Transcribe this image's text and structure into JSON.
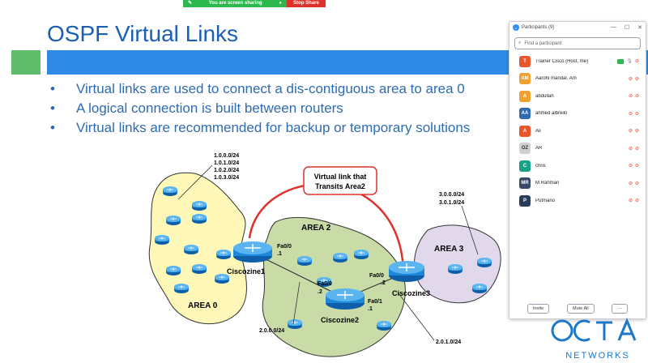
{
  "share_banner": {
    "sharing_text": "You are screen sharing",
    "stop_label": "Stop Share"
  },
  "slide": {
    "title": "OSPF Virtual Links",
    "bullets": [
      "Virtual links are used to connect a dis-contiguous area to area 0",
      "A logical connection is built between routers",
      "Virtual links are recommended for backup or temporary solutions"
    ]
  },
  "diagram": {
    "area0_label": "AREA 0",
    "area2_label": "AREA 2",
    "area3_label": "AREA 3",
    "area0_networks": [
      "1.0.0.0/24",
      "1.0.1.0/24",
      "1.0.2.0/24",
      "1.0.3.0/24"
    ],
    "area3_networks": [
      "3.0.0.0/24",
      "3.0.1.0/24"
    ],
    "virtual_link_label_1": "Virtual link that",
    "virtual_link_label_2": "Transits Area2",
    "router1_name": "Ciscozine1",
    "router2_name": "Ciscozine2",
    "router3_name": "Ciscozine3",
    "r1_intf": "Fa0/0",
    "r1_ip": ".1",
    "r2_intf_a": "Fa0/0",
    "r2_ip_a": ".2",
    "r2_intf_b": "Fa0/1",
    "r2_ip_b": ".1",
    "r3_intf": "Fa0/0",
    "r3_ip": ".2",
    "net_left": "2.0.0.0/24",
    "net_right": "2.0.1.0/24"
  },
  "participants_panel": {
    "title": "Participants (9)",
    "search_placeholder": "Find a participant",
    "participants": [
      {
        "initial": "T",
        "name": "Trainer Cisco (Host, me)",
        "color": "#e8552b",
        "host": true
      },
      {
        "initial": "AM",
        "name": "Aarohi mandal.  Am",
        "color": "#f0a030",
        "host": false
      },
      {
        "initial": "A",
        "name": "abdullah",
        "color": "#f0a030",
        "host": false
      },
      {
        "initial": "AA",
        "name": "ahmed albreiki",
        "color": "#2f6bb0",
        "host": false
      },
      {
        "initial": "A",
        "name": "Ali",
        "color": "#e8552b",
        "host": false
      },
      {
        "initial": "OZ",
        "name": "AR",
        "color": "#d0d0d0",
        "host": false
      },
      {
        "initial": "C",
        "name": "chris",
        "color": "#1aa38a",
        "host": false
      },
      {
        "initial": "MR",
        "name": "M Rahman",
        "color": "#3a4a66",
        "host": false
      },
      {
        "initial": "P",
        "name": "Putmano",
        "color": "#2b3b5a",
        "host": false
      }
    ],
    "invite_label": "Invite",
    "mute_all_label": "Mute All",
    "more_label": "···"
  },
  "logo": {
    "brand_text": "NETWORKS"
  },
  "colors": {
    "title_blue": "#1a5fb4",
    "bar_blue": "#2e8ae6",
    "bar_green": "#5dbb6a",
    "area0_fill": "#fff8b8",
    "area2_fill": "#c9dca8",
    "area3_fill": "#e2d8ec",
    "router_blue": "#1e88d8",
    "virtual_link_red": "#e0322c"
  }
}
